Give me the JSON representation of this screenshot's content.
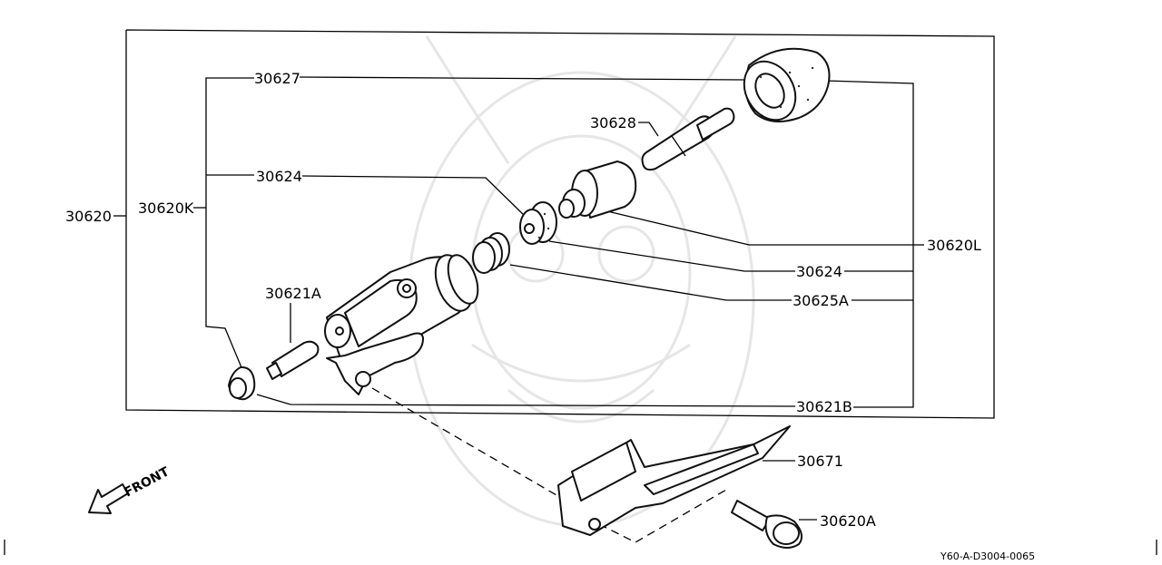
{
  "parts": {
    "p30620": "30620",
    "p30620K": "30620K",
    "p30627": "30627",
    "p30628": "30628",
    "p30624a": "30624",
    "p30624b": "30624",
    "p30620L": "30620L",
    "p30625A": "30625A",
    "p30621A": "30621A",
    "p30621B": "30621B",
    "p30671": "30671",
    "p30620A": "30620A"
  },
  "direction_label": "FRONT",
  "diagram_code": "Y60-A-D3004-0065"
}
